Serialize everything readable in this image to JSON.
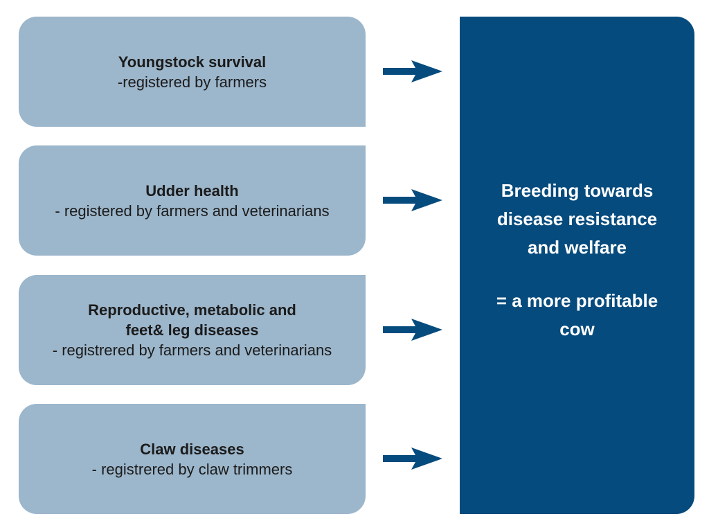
{
  "sources": [
    {
      "title": "Youngstock survival",
      "subtitle": "-registered by farmers"
    },
    {
      "title": "Udder health",
      "subtitle": "- registered by farmers and veterinarians"
    },
    {
      "title_lines": [
        "Reproductive, metabolic and",
        "feet& leg diseases"
      ],
      "subtitle": "- registrered by farmers and veterinarians"
    },
    {
      "title": "Claw diseases",
      "subtitle": "- registrered by claw trimmers"
    }
  ],
  "target": {
    "lines": [
      "Breeding towards",
      "disease resistance",
      "and welfare"
    ],
    "result_lines": [
      "= a more profitable",
      "cow"
    ]
  },
  "colors": {
    "source_box": "#9cb6cb",
    "target_box": "#064b7d",
    "arrow": "#064b7d"
  }
}
